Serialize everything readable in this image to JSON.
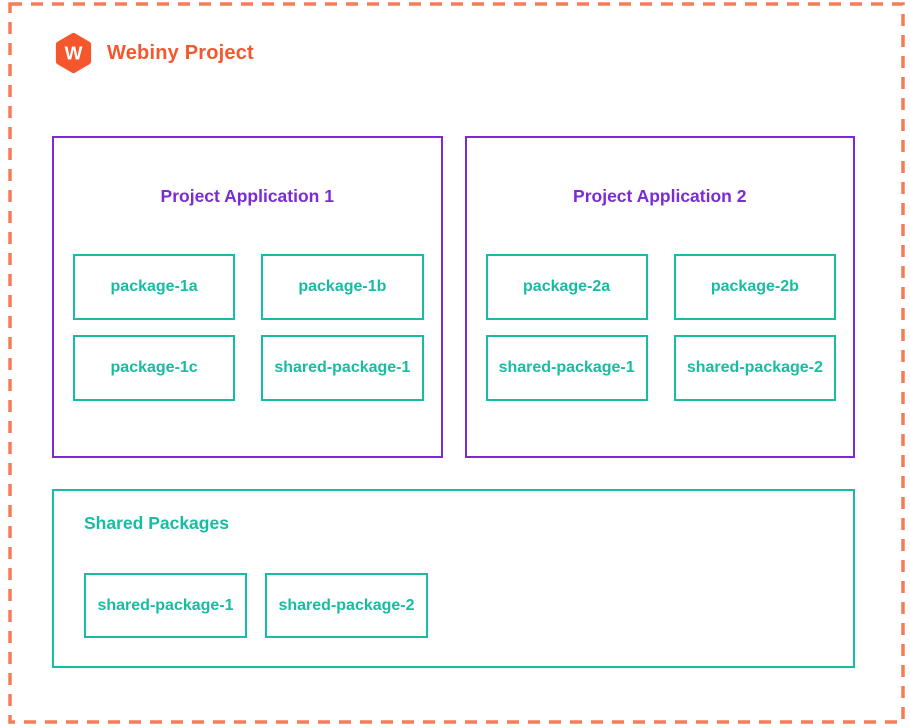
{
  "colors": {
    "orange": "#f4572d",
    "orange_light": "#f87b58",
    "purple": "#7a2bd3",
    "teal": "#17bca2"
  },
  "header": {
    "logo_letter": "W",
    "title": "Webiny Project"
  },
  "applications": [
    {
      "title": "Project Application 1",
      "packages": [
        "package-1a",
        "package-1b",
        "package-1c",
        "shared-package-1"
      ]
    },
    {
      "title": "Project Application 2",
      "packages": [
        "package-2a",
        "package-2b",
        "shared-package-1",
        "shared-package-2"
      ]
    }
  ],
  "shared": {
    "title": "Shared Packages",
    "packages": [
      "shared-package-1",
      "shared-package-2"
    ]
  }
}
